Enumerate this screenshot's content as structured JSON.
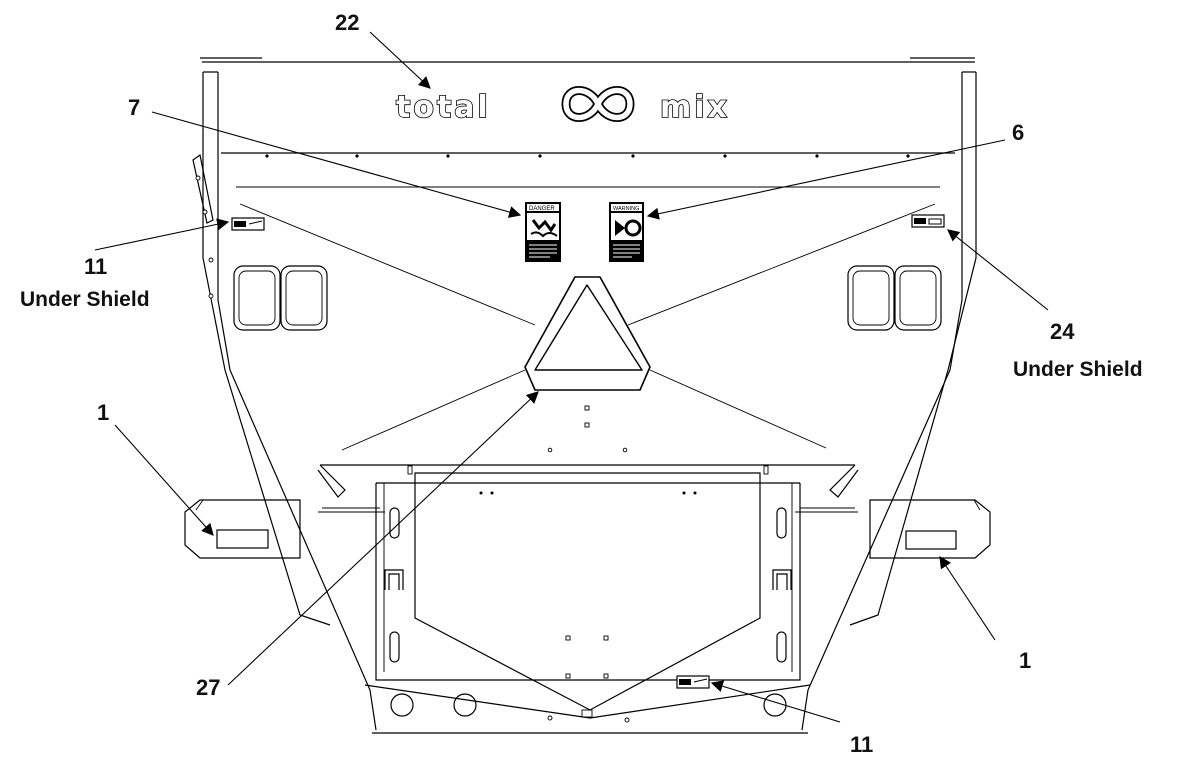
{
  "logo": {
    "left_word": "total",
    "right_word": "mix"
  },
  "decals": {
    "danger_header": "DANGER",
    "warning_header": "WARNING"
  },
  "callouts": {
    "c22": "22",
    "c7": "7",
    "c6": "6",
    "c11_left": "11",
    "c11_left_note": "Under Shield",
    "c24": "24",
    "c24_note": "Under Shield",
    "c1_left": "1",
    "c1_right": "1",
    "c27": "27",
    "c11_bottom": "11"
  }
}
